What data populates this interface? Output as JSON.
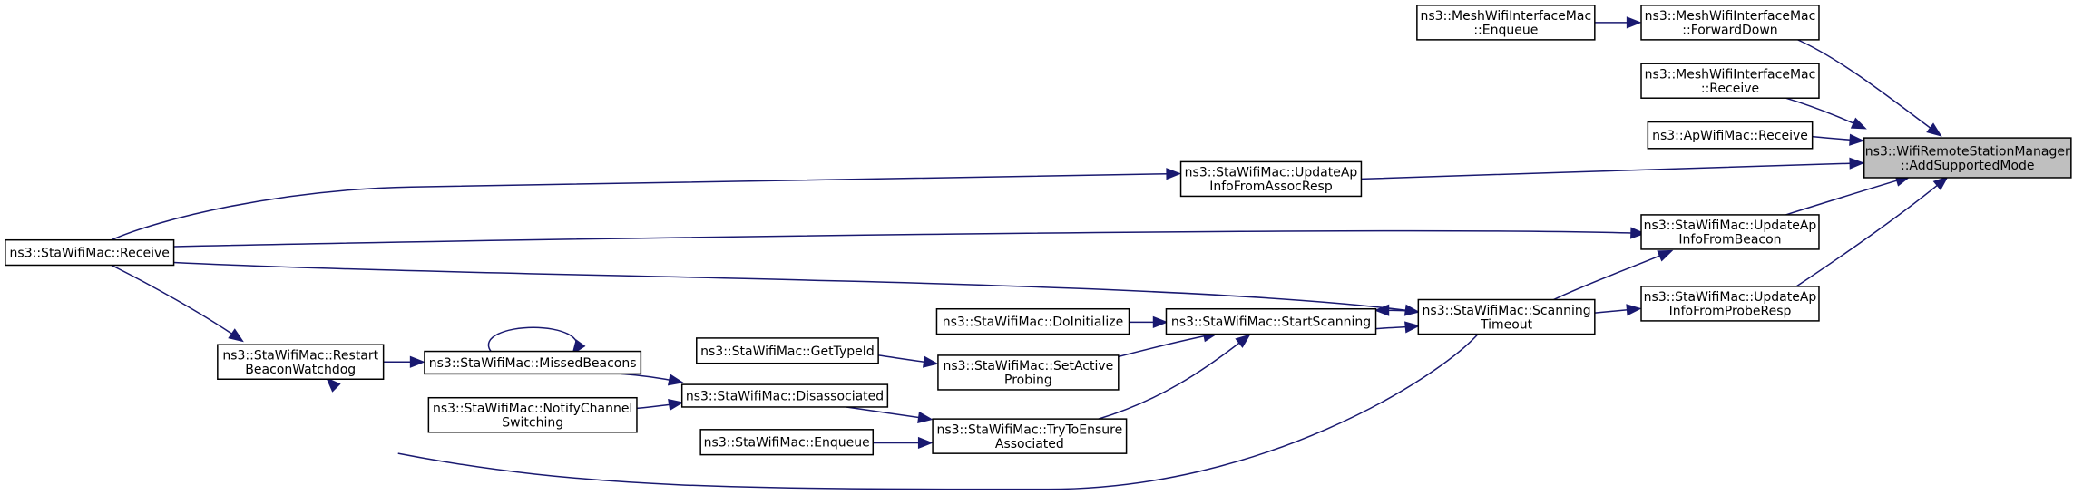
{
  "diagram": {
    "edge_color": "#191970",
    "highlight_fill": "#bfbfbf",
    "nodes": [
      {
        "id": "target",
        "lines": [
          "ns3::WifiRemoteStationManager",
          "::AddSupportedMode"
        ]
      },
      {
        "id": "fwd_down",
        "lines": [
          "ns3::MeshWifiInterfaceMac",
          "::ForwardDown"
        ]
      },
      {
        "id": "mesh_enqueue",
        "lines": [
          "ns3::MeshWifiInterfaceMac",
          "::Enqueue"
        ]
      },
      {
        "id": "mesh_receive",
        "lines": [
          "ns3::MeshWifiInterfaceMac",
          "::Receive"
        ]
      },
      {
        "id": "ap_receive",
        "lines": [
          "ns3::ApWifiMac::Receive"
        ]
      },
      {
        "id": "assoc_resp",
        "lines": [
          "ns3::StaWifiMac::UpdateAp",
          "InfoFromAssocResp"
        ]
      },
      {
        "id": "from_beacon",
        "lines": [
          "ns3::StaWifiMac::UpdateAp",
          "InfoFromBeacon"
        ]
      },
      {
        "id": "sta_receive",
        "lines": [
          "ns3::StaWifiMac::Receive"
        ]
      },
      {
        "id": "probe_resp",
        "lines": [
          "ns3::StaWifiMac::UpdateAp",
          "InfoFromProbeResp"
        ]
      },
      {
        "id": "scan_timeout",
        "lines": [
          "ns3::StaWifiMac::Scanning",
          "Timeout"
        ]
      },
      {
        "id": "start_scanning",
        "lines": [
          "ns3::StaWifiMac::StartScanning"
        ]
      },
      {
        "id": "do_initialize",
        "lines": [
          "ns3::StaWifiMac::DoInitialize"
        ]
      },
      {
        "id": "set_active",
        "lines": [
          "ns3::StaWifiMac::SetActive",
          "Probing"
        ]
      },
      {
        "id": "get_typeid",
        "lines": [
          "ns3::StaWifiMac::GetTypeId"
        ]
      },
      {
        "id": "try_ensure",
        "lines": [
          "ns3::StaWifiMac::TryToEnsure",
          "Associated"
        ]
      },
      {
        "id": "restart_beacon",
        "lines": [
          "ns3::StaWifiMac::Restart",
          "BeaconWatchdog"
        ]
      },
      {
        "id": "missed_beacons",
        "lines": [
          "ns3::StaWifiMac::MissedBeacons"
        ]
      },
      {
        "id": "disassociated",
        "lines": [
          "ns3::StaWifiMac::Disassociated"
        ]
      },
      {
        "id": "notify_channel",
        "lines": [
          "ns3::StaWifiMac::NotifyChannel",
          "Switching"
        ]
      },
      {
        "id": "sta_enqueue",
        "lines": [
          "ns3::StaWifiMac::Enqueue"
        ]
      }
    ],
    "edges": [
      [
        "fwd_down",
        "target"
      ],
      [
        "mesh_enqueue",
        "fwd_down"
      ],
      [
        "mesh_receive",
        "target"
      ],
      [
        "ap_receive",
        "target"
      ],
      [
        "assoc_resp",
        "target"
      ],
      [
        "from_beacon",
        "target"
      ],
      [
        "probe_resp",
        "target"
      ],
      [
        "sta_receive",
        "assoc_resp"
      ],
      [
        "sta_receive",
        "from_beacon"
      ],
      [
        "sta_receive",
        "scan_timeout"
      ],
      [
        "sta_receive",
        "restart_beacon"
      ],
      [
        "scan_timeout",
        "from_beacon"
      ],
      [
        "scan_timeout",
        "probe_resp"
      ],
      [
        "scan_timeout",
        "start_scanning"
      ],
      [
        "start_scanning",
        "scan_timeout"
      ],
      [
        "do_initialize",
        "start_scanning"
      ],
      [
        "set_active",
        "start_scanning"
      ],
      [
        "try_ensure",
        "start_scanning"
      ],
      [
        "get_typeid",
        "set_active"
      ],
      [
        "disassociated",
        "try_ensure"
      ],
      [
        "sta_enqueue",
        "try_ensure"
      ],
      [
        "missed_beacons",
        "disassociated"
      ],
      [
        "notify_channel",
        "disassociated"
      ],
      [
        "restart_beacon",
        "missed_beacons"
      ],
      [
        "missed_beacons",
        "missed_beacons"
      ],
      [
        "scan_timeout",
        "restart_beacon"
      ]
    ]
  }
}
